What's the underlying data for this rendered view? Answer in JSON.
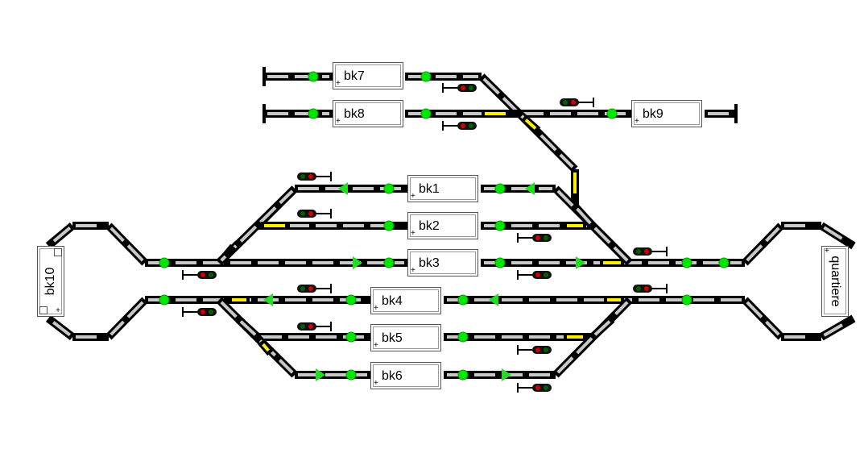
{
  "blocks": {
    "bk1": "bk1",
    "bk2": "bk2",
    "bk3": "bk3",
    "bk4": "bk4",
    "bk5": "bk5",
    "bk6": "bk6",
    "bk7": "bk7",
    "bk8": "bk8",
    "bk9": "bk9",
    "bk10": "bk10",
    "quartiere": "quartiere"
  },
  "block_plus": "+",
  "colors": {
    "track": "#000000",
    "rail_free": "#c8c8c8",
    "rail_route": "#ffee00",
    "signal_green": "#00e600",
    "signal_red": "#d00000",
    "signal_off": "#006000",
    "arrow_green": "#22dd22",
    "block_border": "#555555"
  },
  "icons": [
    "track-bumper-icon",
    "signal-aspect-green-icon",
    "dwarf-signal-icon",
    "direction-arrow-icon"
  ]
}
